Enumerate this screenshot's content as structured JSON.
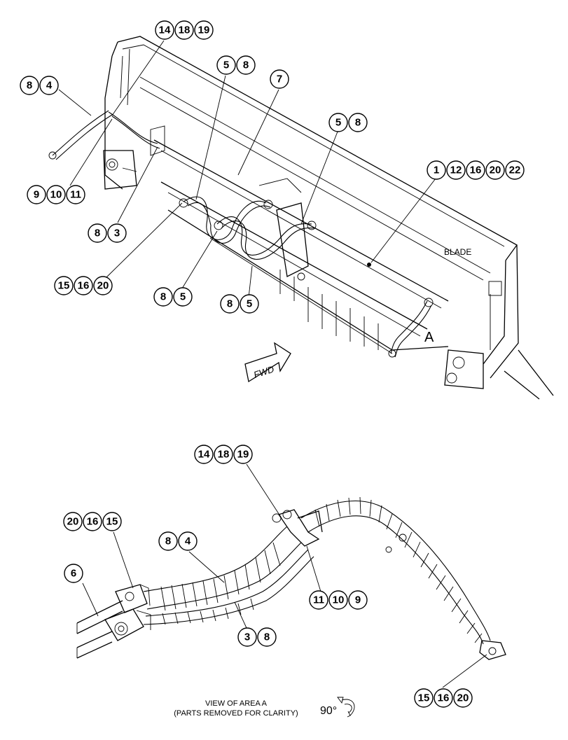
{
  "top_view": {
    "blade_label": "BLADE",
    "area_label": "A",
    "fwd_label": "FWD",
    "callouts": [
      [
        "14",
        "18",
        "19"
      ],
      [
        "5",
        "8"
      ],
      [
        "7"
      ],
      [
        "8",
        "4"
      ],
      [
        "5",
        "8"
      ],
      [
        "1",
        "12",
        "16",
        "20",
        "22"
      ],
      [
        "9",
        "10",
        "11"
      ],
      [
        "8",
        "3"
      ],
      [
        "15",
        "16",
        "20"
      ],
      [
        "8",
        "5"
      ],
      [
        "8",
        "5"
      ]
    ]
  },
  "detail_view": {
    "caption_line1": "VIEW OF AREA A",
    "caption_line2": "(PARTS REMOVED FOR CLARITY)",
    "rotation_label": "90°",
    "callouts": [
      [
        "14",
        "18",
        "19"
      ],
      [
        "20",
        "16",
        "15"
      ],
      [
        "8",
        "4"
      ],
      [
        "6"
      ],
      [
        "11",
        "10",
        "9"
      ],
      [
        "3",
        "8"
      ],
      [
        "15",
        "16",
        "20"
      ]
    ]
  }
}
